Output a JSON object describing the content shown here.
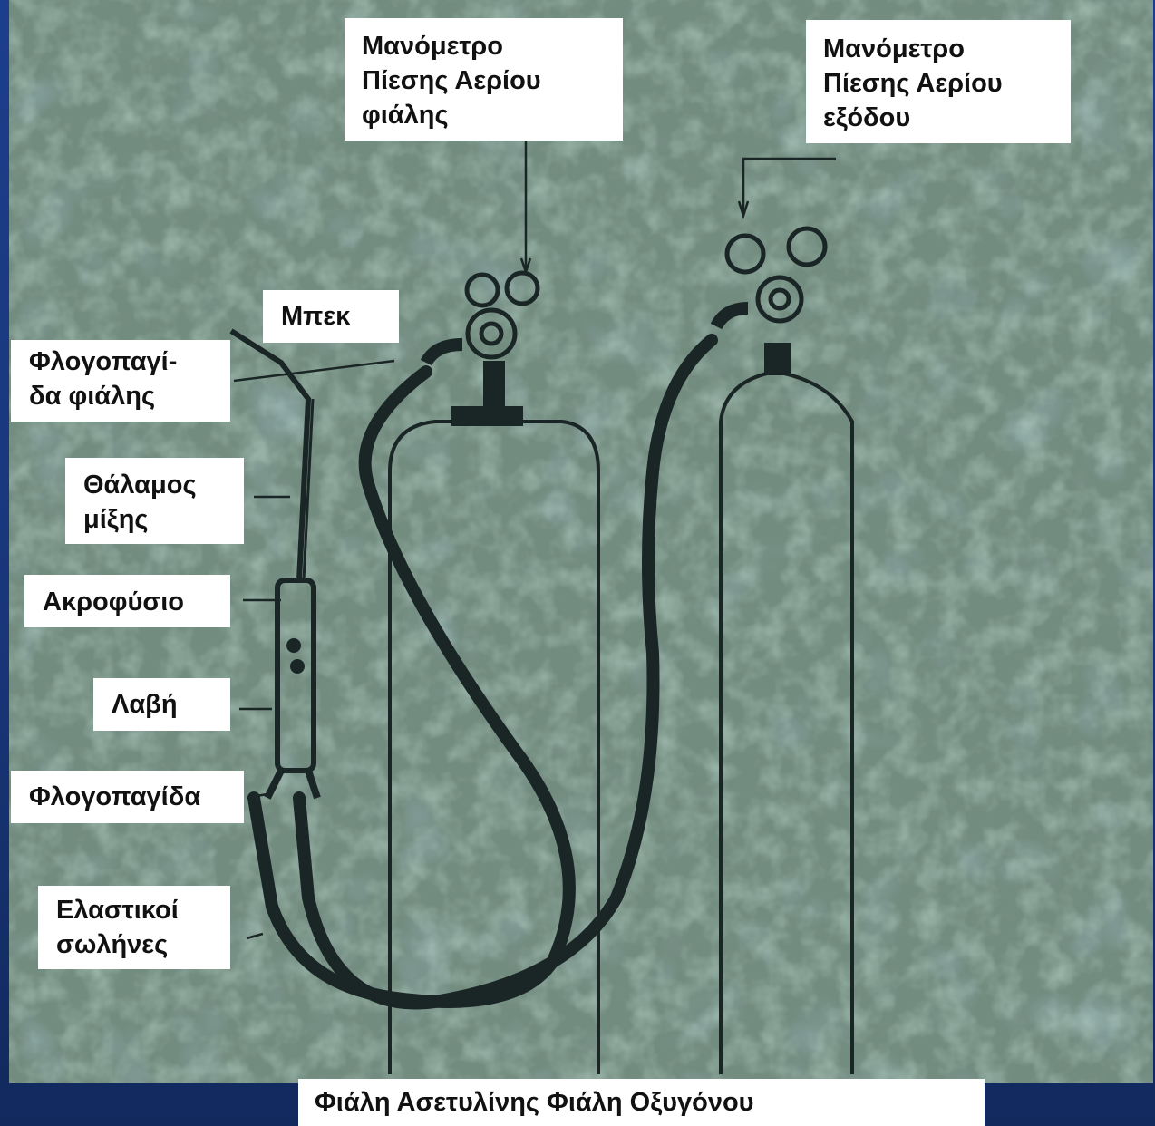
{
  "labels": {
    "cylinder_pressure_gauge": "Μανόμετρο\nΠίεσης Αερίου\nφιάλης",
    "outlet_pressure_gauge": "Μανόμετρο\nΠίεσης Αερίου\nεξόδου",
    "torch_tip": "Μπεκ",
    "cylinder_flashback_arrestor": "Φλογοπαγί-\nδα φιάλης",
    "mixing_chamber": "Θάλαμος\nμίξης",
    "nozzle": "Ακροφύσιο",
    "handle": "Λαβή",
    "flashback_arrestor": "Φλογοπαγίδα",
    "rubber_hoses": "Ελαστικοί\nσωλήνες"
  },
  "caption": "Φιάλη  Ασετυλίνης Φιάλη Οξυγόνου",
  "colors": {
    "background": "#1d3e8c",
    "photo": "#6f8a7d",
    "title_accent": "#f2d000"
  }
}
